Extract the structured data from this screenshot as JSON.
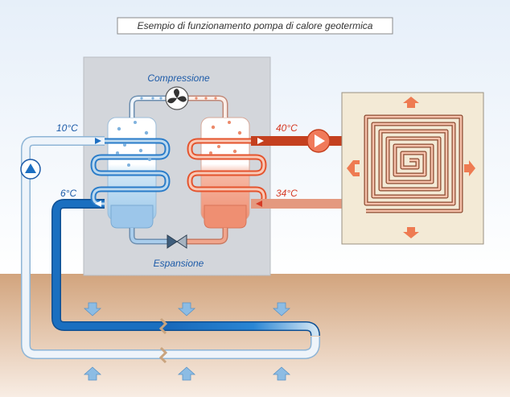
{
  "title": "Esempio di funzionamento pompa di calore geotermica",
  "labels": {
    "compression": "Compressione",
    "expansion": "Espansione",
    "temp_in_cold": "10°C",
    "temp_out_cold": "6°C",
    "temp_hot_out": "40°C",
    "temp_hot_return": "34°C"
  },
  "colors": {
    "sky_top": "#eaf2fb",
    "sky_bottom": "#ffffff",
    "ground_top": "#d4a883",
    "ground_bottom": "#f7eadf",
    "machine_box": "#d2d5da",
    "cold_deep": "#1a6fc0",
    "cold_light": "#deeaf4",
    "hot_deep": "#e0502c",
    "hot_light": "#f3b9a6",
    "floor_panel": "#f3ead6",
    "title_box": "#ffffff",
    "text": "#333333",
    "temp_text_hot": "#d63a25",
    "temp_text_cold": "#1d5ba8"
  },
  "icons": [
    "pump-icon",
    "compressor-icon",
    "expansion-valve-icon",
    "heat-arrow-icon",
    "ground-arrow-icon"
  ]
}
